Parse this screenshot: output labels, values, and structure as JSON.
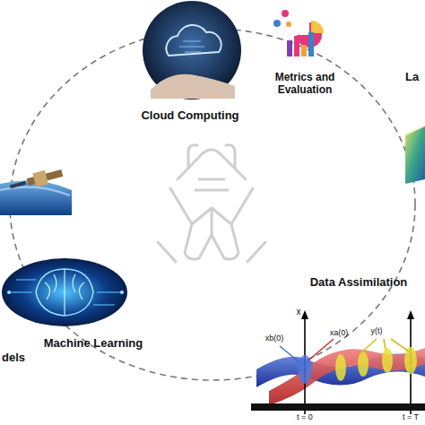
{
  "diagram": {
    "labels": [
      "Cloud Computing",
      "Metrics and Evaluation",
      "La",
      "Data Assimilation",
      "Machine Learning",
      "dels",
      "x",
      "xb(0)",
      "xa(0)",
      "y(t)",
      "t = 0",
      "t = T"
    ]
  }
}
